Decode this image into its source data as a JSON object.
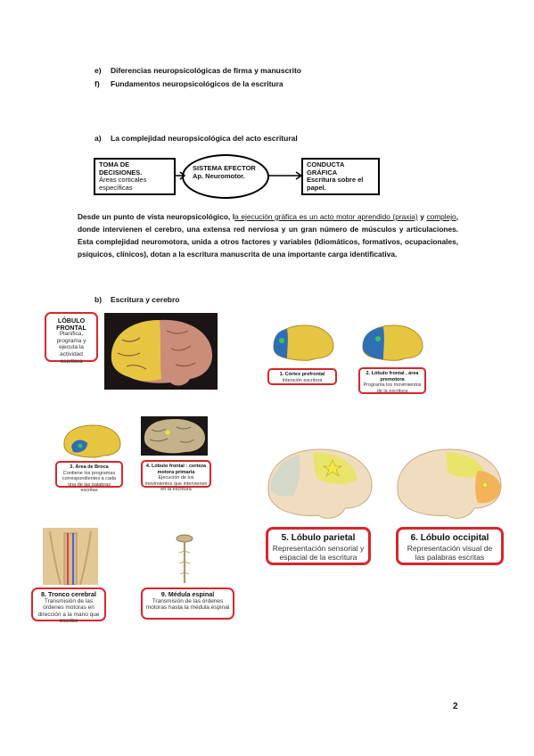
{
  "list_items": [
    {
      "marker": "e)",
      "text": "Diferencias neuropsicológicas de firma y manuscrito"
    },
    {
      "marker": "f)",
      "text": "Fundamentos neuropsicológicos de la escritura"
    }
  ],
  "section_a": {
    "marker": "a)",
    "heading": "La complejidad neuropsicológica del acto escritural",
    "flow": {
      "box1_title": "TOMA DE DECISIONES.",
      "box1_sub": "Áreas corticales específicas",
      "box2_title": "SISTEMA EFECTOR",
      "box2_sub": "Ap. Neuromotor.",
      "box3_title": "CONDUCTA GRÁFICA",
      "box3_sub": "Escritura sobre el papel."
    },
    "paragraph": {
      "p1": "Desde un punto de vista neuropsicológico, l",
      "u1": "a ejecución gráfica es un acto motor aprendido (praxia)",
      "p2": " y ",
      "u2": "complejo",
      "p3": ", donde intervienen el cerebro, una extensa red nerviosa y un gran número de músculos y articulaciones. Esta complejidad neuromotora, unida a otros factores y variables (Idiomáticos, formativos, ocupacionales, psíquicos, clínicos), dotan a la escritura manuscrita de una importante carga identificativa."
    }
  },
  "section_b": {
    "marker": "b)",
    "heading": "Escritura y cerebro",
    "cards": {
      "lobulo_frontal": {
        "title": "LÓBULO FRONTAL",
        "desc": "Planifica, programa y ejecuta la actividad escritora"
      },
      "c1": {
        "title": "1.   Córtex prefrontal",
        "desc": "Intención escritora"
      },
      "c2": {
        "title": "2. Lóbulo frontal , área premotora",
        "desc": "Programa los movimientos de la escritura"
      },
      "c3": {
        "title": "3. Área de Broca",
        "desc": "Contiene los programas correspondientes a cada una de las palabras escritas"
      },
      "c4": {
        "title": "4. Lóbulo frontal : corteza motora primaria",
        "desc": "Ejecución de los movimientos que intervienen en la escritura"
      },
      "c5": {
        "title": "5. Lóbulo parietal",
        "desc": "Representación sensorial y espacial de la escritura"
      },
      "c6": {
        "title": "6. Lóbulo occipital",
        "desc": "Representación visual de las palabras escritas"
      },
      "c8": {
        "title": "8. Tronco cerebral",
        "desc": "Transmisión de las órdenes motoras en dirección a la mano que escribe"
      },
      "c9": {
        "title": "9. Médula espinal",
        "desc": "Transmisión de las órdenes motoras hasta la médula espinal"
      }
    }
  },
  "page_number": "2",
  "colors": {
    "card_border": "#d9262b",
    "brain_yellow": "#e6c640",
    "frontal_blue": "#2f6fb5"
  }
}
